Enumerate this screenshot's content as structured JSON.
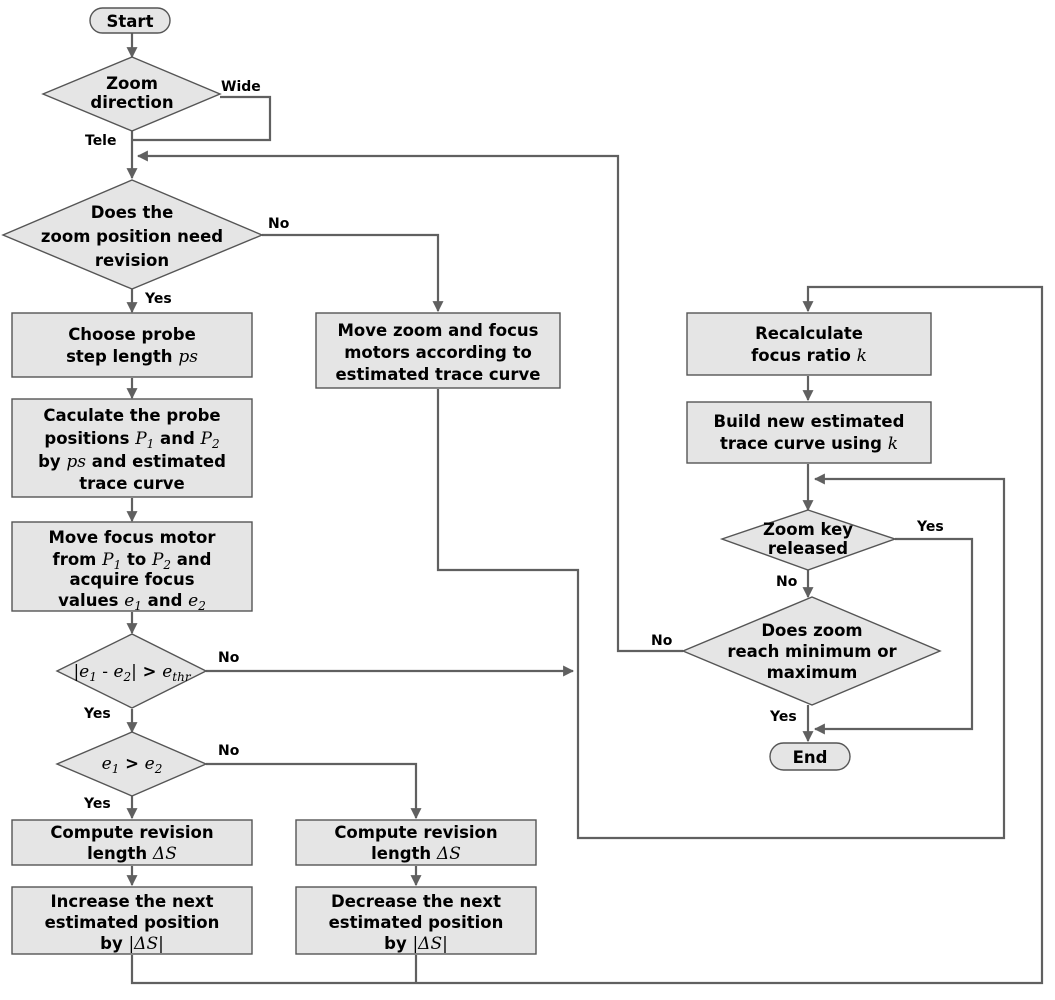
{
  "terminals": {
    "start": "Start",
    "end": "End"
  },
  "decisions": {
    "zoom_direction": [
      "Zoom",
      "direction"
    ],
    "zoom_revision": [
      "Does the",
      "zoom position need",
      "revision"
    ],
    "abs_diff": {
      "open": "|",
      "e": "e",
      "s1": "1",
      "minus": " - ",
      "s2": "2",
      "close": "|",
      "gt": " > ",
      "thr": "thr"
    },
    "e1_gt_e2": {
      "e": "e",
      "s1": "1",
      "gt": " > ",
      "s2": "2"
    },
    "zoom_key": [
      "Zoom key",
      "released"
    ],
    "zoom_limit": [
      "Does zoom",
      "reach minimum or",
      "maximum"
    ]
  },
  "processes": {
    "choose_probe": {
      "line1": "Choose probe",
      "line2_text": "step length ",
      "line2_var": "ps"
    },
    "calc_probe": {
      "line1": "Caculate the probe",
      "line2_a": "positions ",
      "P": "P",
      "sub1": "1",
      "and": " and ",
      "sub2": "2",
      "line3_a": "by ",
      "ps": "ps",
      "line3_b": " and estimated",
      "line4": "trace curve"
    },
    "move_focus": {
      "line1": "Move focus motor",
      "line2_a": "from ",
      "P": "P",
      "sub1": "1",
      "to": " to ",
      "sub2": "2",
      "line2_b": " and",
      "line3": "acquire focus",
      "line4_a": "values ",
      "e": "e",
      "and": " and "
    },
    "compute_left": {
      "line1": "Compute revision",
      "line2": "length ",
      "delta": "ΔS"
    },
    "compute_right": {
      "line1": "Compute revision",
      "line2": "length ",
      "delta": "ΔS"
    },
    "increase": {
      "line1": "Increase the next",
      "line2": "estimated position",
      "line3": "by ",
      "delta": "|ΔS|"
    },
    "decrease": {
      "line1": "Decrease the next",
      "line2": "estimated position",
      "line3": "by ",
      "delta": "|ΔS|"
    },
    "move_zoom": [
      "Move zoom and focus",
      "motors according to",
      "estimated trace curve"
    ],
    "recalc": {
      "line1": "Recalculate",
      "line2": "focus ratio ",
      "k": "k"
    },
    "build": {
      "line1": "Build new estimated",
      "line2": "trace curve using ",
      "k": "k"
    }
  },
  "edge_labels": {
    "wide": "Wide",
    "tele": "Tele",
    "no_revision": "No",
    "yes_revision": "Yes",
    "no_threshold": "No",
    "yes_threshold": "Yes",
    "no_compare": "No",
    "yes_compare": "Yes",
    "yes_key": "Yes",
    "no_key": "No",
    "no_limit": "No",
    "yes_limit": "Yes"
  }
}
